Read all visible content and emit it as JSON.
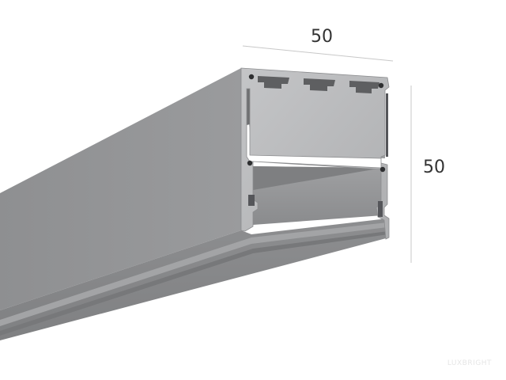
{
  "dimensions": {
    "width_label": "50",
    "height_label": "50"
  },
  "watermark": "LUXBRIGHT",
  "colors": {
    "profile_front": "#8f9092",
    "profile_side": "#9a9b9d",
    "end_cap_face": "#b7b8ba",
    "interior": "#8a8b8d",
    "dimension_line": "#c8c8c8",
    "label_text": "#333333"
  }
}
